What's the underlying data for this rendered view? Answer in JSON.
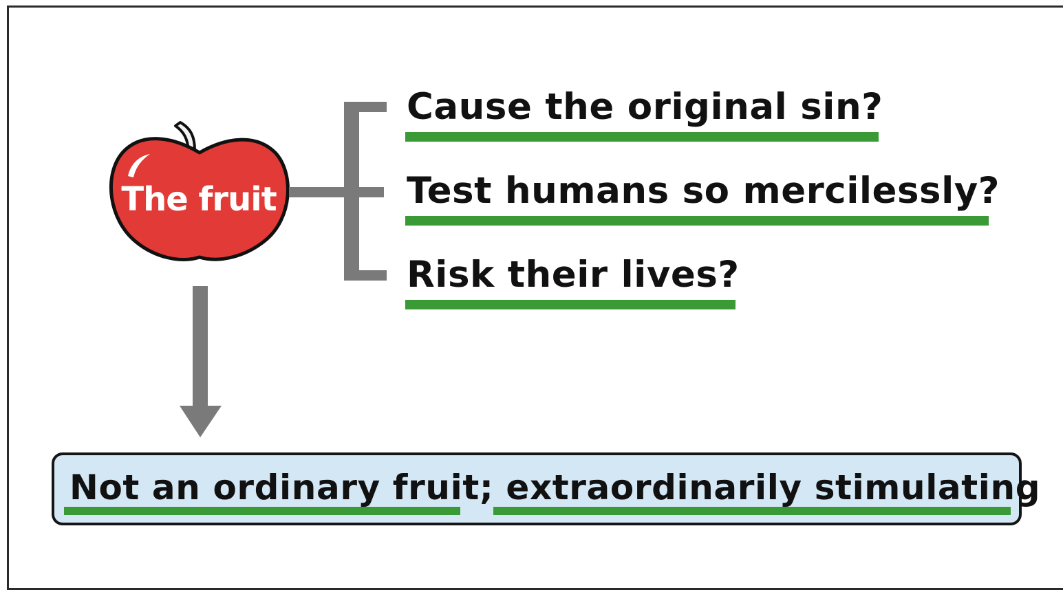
{
  "apple": {
    "label": "The fruit"
  },
  "questions": [
    {
      "text": "Cause the original sin?"
    },
    {
      "text": "Test humans so mercilessly?"
    },
    {
      "text": "Risk their lives?"
    }
  ],
  "conclusion": {
    "text": "Not an ordinary fruit; extraordinarily stimulating"
  },
  "colors": {
    "apple_red": "#e23a36",
    "connector_gray": "#7a7a7a",
    "underline_green": "#3a9a35",
    "conclusion_fill": "#d3e7f5"
  }
}
